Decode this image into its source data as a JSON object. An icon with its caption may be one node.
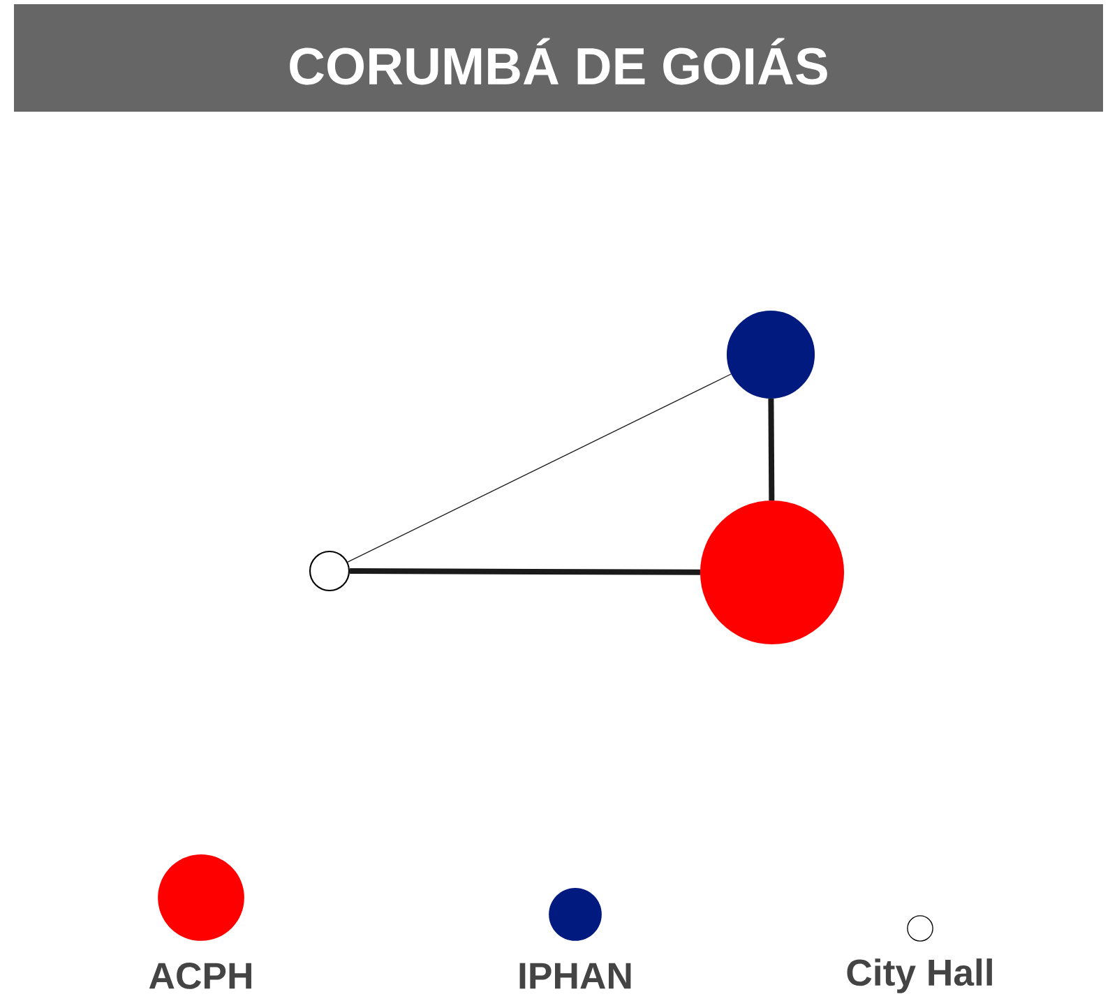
{
  "diagram": {
    "title": "CORUMBÁ DE GOIÁS",
    "nodes": [
      {
        "text": [],
        "shape": "circle"
      },
      {
        "text": [],
        "shape": "circle"
      },
      {
        "text": [],
        "shape": "circle"
      }
    ],
    "edges": [
      {
        "from": 0,
        "to": 1,
        "arrow": "none"
      },
      {
        "from": 1,
        "to": 2,
        "arrow": "none"
      },
      {
        "from": 0,
        "to": 2,
        "arrow": "none"
      }
    ],
    "legend": [
      {
        "text": "ACPH",
        "color": "#ff0000"
      },
      {
        "text": "IPHAN",
        "color": "#001a80"
      },
      {
        "text": "City Hall"
      }
    ]
  }
}
